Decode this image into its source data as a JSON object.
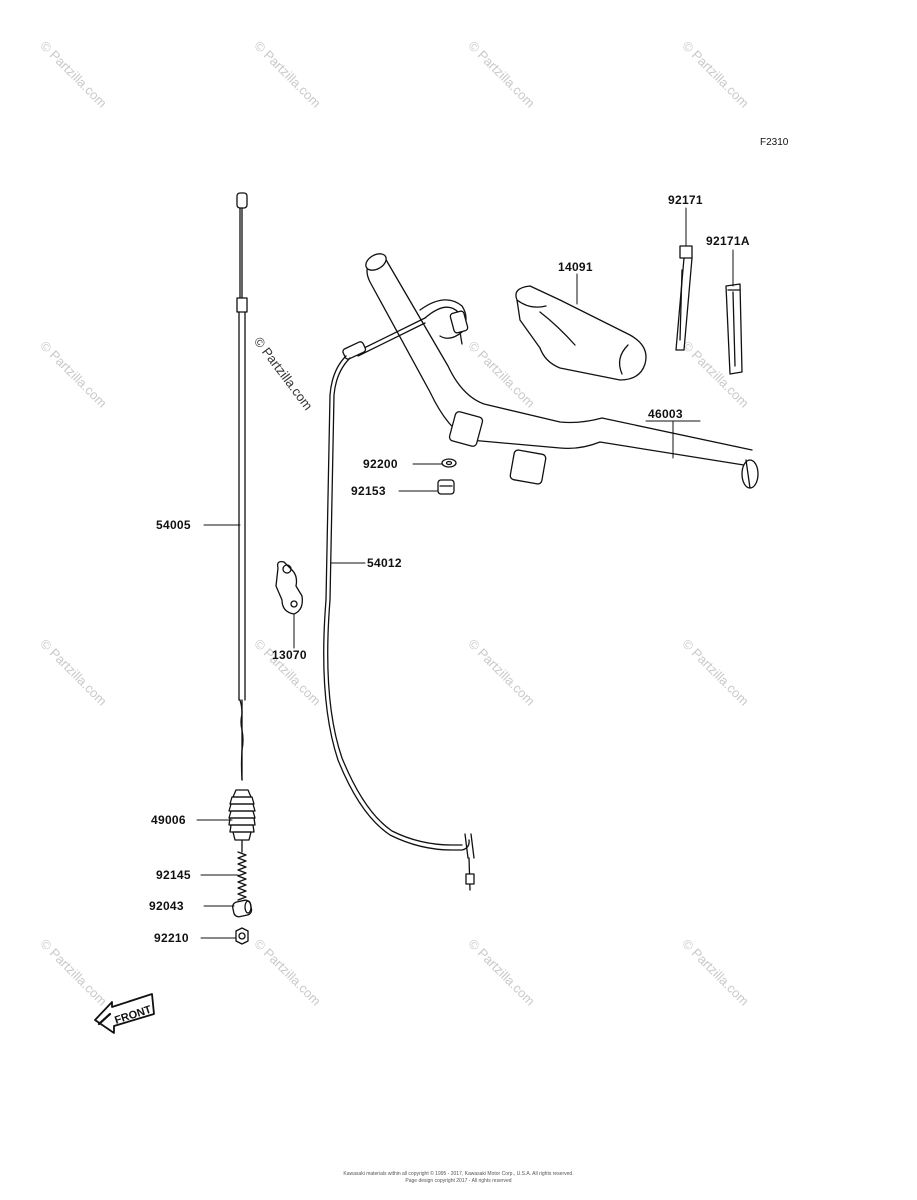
{
  "figure_code": "F2310",
  "watermark_text": "© Partzilla.com",
  "front_marker": "FRONT",
  "parts": {
    "p54005": "54005",
    "p54012": "54012",
    "p13070": "13070",
    "p49006": "49006",
    "p92145": "92145",
    "p92043": "92043",
    "p92210": "92210",
    "p92200": "92200",
    "p92153": "92153",
    "p14091": "14091",
    "p92171": "92171",
    "p92171A": "92171A",
    "p46003": "46003"
  },
  "footer": {
    "line1": "Kawasaki materials within all copyright © 1995 - 2017, Kawasaki Motor Corp., U.S.A.  All rights reserved.",
    "line2": "Page design copyright 2017 - All rights reserved"
  }
}
